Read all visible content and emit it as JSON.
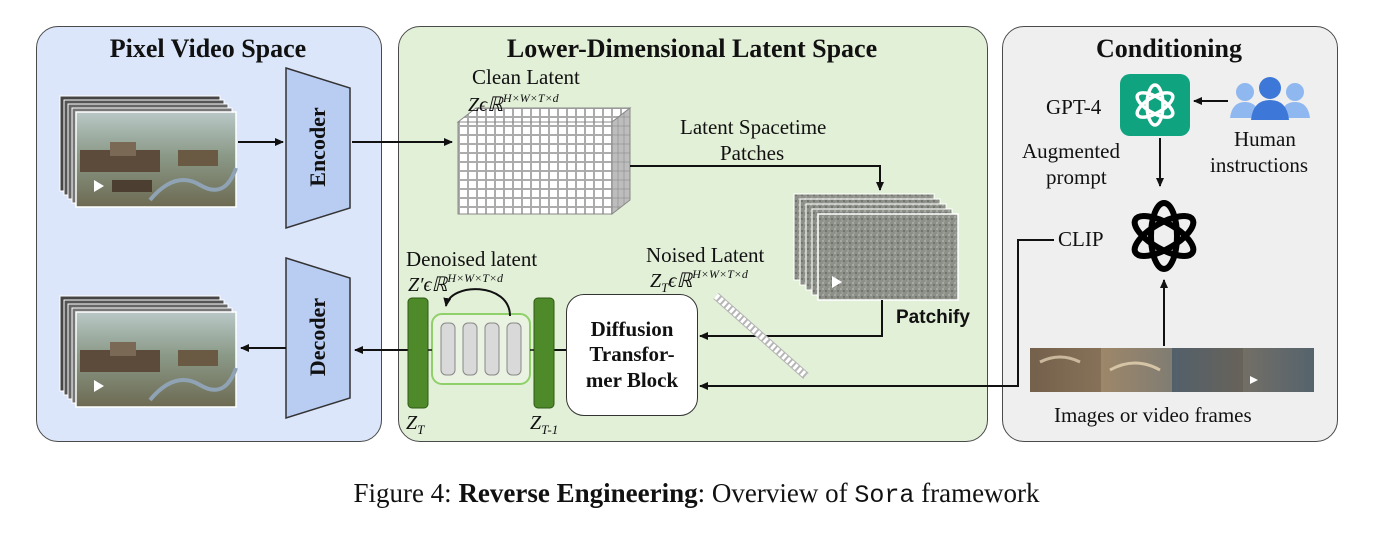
{
  "panels": {
    "pixel": {
      "title": "Pixel Video Space"
    },
    "latent": {
      "title": "Lower-Dimensional Latent Space"
    },
    "conditioning": {
      "title": "Conditioning"
    }
  },
  "encoder": {
    "label": "Encoder"
  },
  "decoder": {
    "label": "Decoder"
  },
  "clean_latent": {
    "label": "Clean Latent",
    "var": "Z",
    "in": "ϵℝ",
    "dims": "H×W×T×d"
  },
  "latent_patches": {
    "line1": "Latent Spacetime",
    "line2": "Patches"
  },
  "patchify": {
    "label": "Patchify"
  },
  "noised_latent": {
    "label": "Noised Latent",
    "var": "Z",
    "sub": "T",
    "in": "ϵℝ",
    "dims": "H×W×T×d"
  },
  "denoised_latent": {
    "label": "Denoised latent",
    "var": "Z′",
    "in": "ϵℝ",
    "dims": "H×W×T×d"
  },
  "dit": {
    "line1": "Diffusion",
    "line2": "Transfor-",
    "line3": "mer Block"
  },
  "zt": {
    "var": "Z",
    "sub": "T"
  },
  "zt1": {
    "var": "Z",
    "sub": "T-1"
  },
  "gpt4": {
    "label": "GPT-4"
  },
  "augmented": {
    "line1": "Augmented",
    "line2": "prompt"
  },
  "human": {
    "line1": "Human",
    "line2": "instructions"
  },
  "clip": {
    "label": "CLIP"
  },
  "images": {
    "label": "Images or video frames"
  },
  "caption": {
    "prefix": "Figure 4: ",
    "bold": "Reverse Engineering",
    "middle": ": Overview of ",
    "mono": "Sora",
    "suffix": " framework"
  },
  "colors": {
    "pixel_bg": "#dbe6fb",
    "latent_bg": "#e3f0d8",
    "cond_bg": "#efefef",
    "block_green": "#4f8a2a",
    "gpt_green": "#10a37f"
  }
}
